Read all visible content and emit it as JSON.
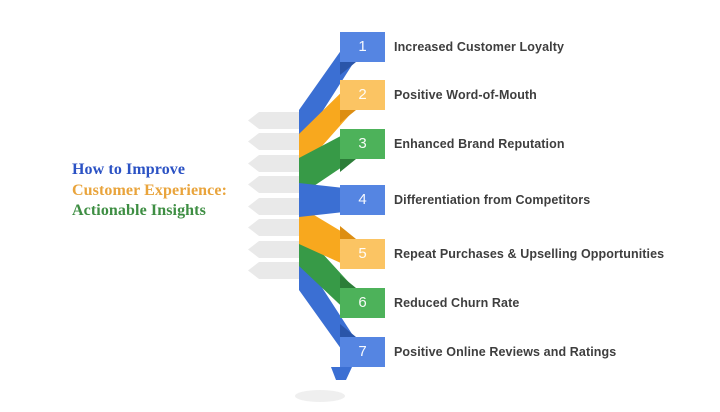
{
  "title": {
    "line1": "How to Improve",
    "line2": "Customer Experience:",
    "line3": "Actionable Insights",
    "colors": {
      "line1": "#2b52c4",
      "line2": "#e9a43c",
      "line3": "#3e8e43"
    }
  },
  "steps": [
    {
      "number": "1",
      "label": "Increased Customer Loyalty",
      "colors": {
        "band": "#3b6fd3",
        "box": "#5585e2",
        "fold": "#2a55a9"
      }
    },
    {
      "number": "2",
      "label": "Positive Word-of-Mouth",
      "colors": {
        "band": "#f8a81e",
        "box": "#fbc463",
        "fold": "#dd8e12"
      }
    },
    {
      "number": "3",
      "label": "Enhanced Brand Reputation",
      "colors": {
        "band": "#379a47",
        "box": "#4db25a",
        "fold": "#2c7d38"
      }
    },
    {
      "number": "4",
      "label": "Differentiation from Competitors",
      "colors": {
        "band": "#3b6fd3",
        "box": "#5585e2",
        "fold": "#2a55a9"
      }
    },
    {
      "number": "5",
      "label": "Repeat Purchases & Upselling Opportunities",
      "colors": {
        "band": "#f8a81e",
        "box": "#fbc463",
        "fold": "#dd8e12"
      }
    },
    {
      "number": "6",
      "label": "Reduced Churn Rate",
      "colors": {
        "band": "#379a47",
        "box": "#4db25a",
        "fold": "#2c7d38"
      }
    },
    {
      "number": "7",
      "label": "Positive Online Reviews and Ratings",
      "colors": {
        "band": "#3b6fd3",
        "box": "#5585e2",
        "fold": "#2a55a9"
      }
    }
  ],
  "decoration": {
    "arrow_count": 8,
    "arrow_color": "#e9e9e9",
    "shadow_color": "#e2e2e2",
    "label_text_color": "#3e3e3e",
    "number_text_color": "#ffffff",
    "background": "#ffffff"
  }
}
